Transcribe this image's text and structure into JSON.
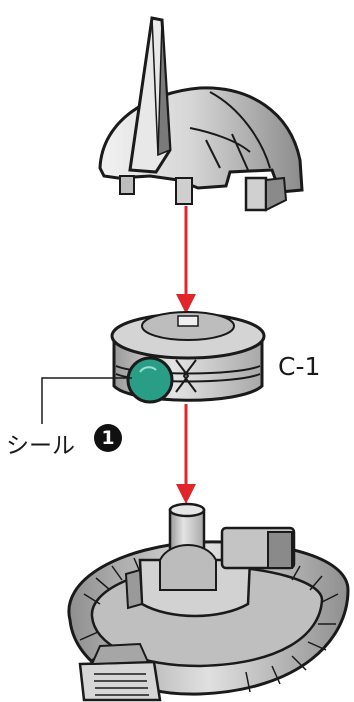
{
  "labels": {
    "part_code": "C-1",
    "sticker_text": "シール",
    "sticker_number": "1"
  },
  "colors": {
    "arrow": "#e0262b",
    "sticker": "#2a9d86",
    "outline": "#1a1a1a",
    "part_fill": "#d9d9d9"
  }
}
